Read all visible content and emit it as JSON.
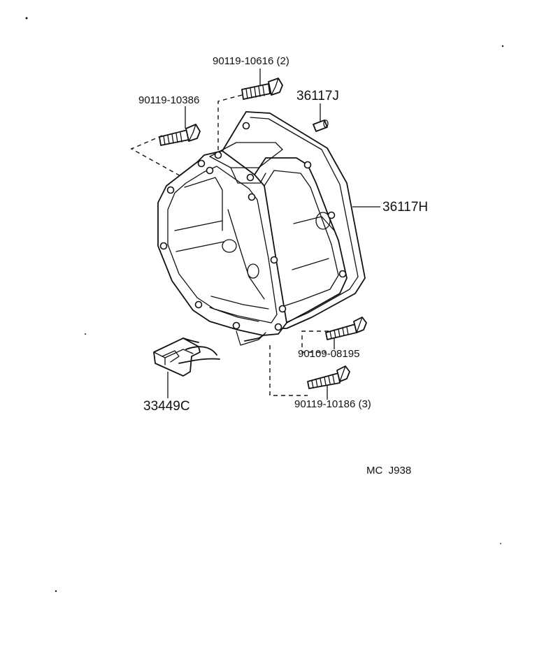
{
  "labels": {
    "bolt_top": "90119-10616 (2)",
    "bolt_left": "90119-10386",
    "pin": "36117J",
    "gasket": "36117H",
    "bolt_right": "90109-08195",
    "bolt_bottom": "90119-10186 (3)",
    "clip": "33449C",
    "ref_code": "MC  J938"
  }
}
